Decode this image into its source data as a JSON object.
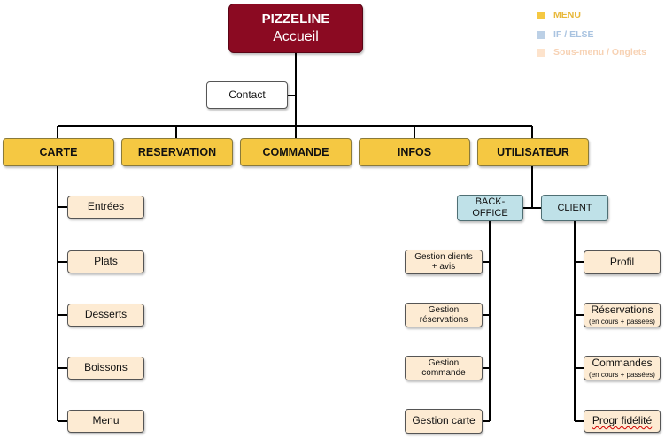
{
  "legend": [
    {
      "label": "MENU",
      "color": "#f5c842",
      "text_color": "#e8b83a"
    },
    {
      "label": "IF / ELSE",
      "color": "#bcd0e6",
      "text_color": "#a9c3e0"
    },
    {
      "label": "Sous-menu / Onglets",
      "color": "#fde3cc",
      "text_color": "#f7d2b4"
    }
  ],
  "root": {
    "title": "PIZZELINE",
    "subtitle": "Accueil"
  },
  "contact": "Contact",
  "menus": [
    "CARTE",
    "RESERVATION",
    "COMMANDE",
    "INFOS",
    "UTILISATEUR"
  ],
  "carte_items": [
    "Entrées",
    "Plats",
    "Desserts",
    "Boissons",
    "Menu"
  ],
  "branches": {
    "backoffice": "BACK-OFFICE",
    "client": "CLIENT"
  },
  "backoffice_items": [
    {
      "line1": "Gestion clients",
      "line2": "+ avis"
    },
    {
      "line1": "Gestion",
      "line2": "réservations"
    },
    {
      "line1": "Gestion",
      "line2": "commande"
    },
    {
      "line1": "Gestion carte",
      "line2": ""
    }
  ],
  "client_items": [
    {
      "main": "Profil",
      "note": ""
    },
    {
      "main": "Réservations",
      "note": "(en cours + passées)"
    },
    {
      "main": "Commandes",
      "note": "(en cours + passées)"
    },
    {
      "main": "Progr fidélité",
      "note": ""
    }
  ]
}
